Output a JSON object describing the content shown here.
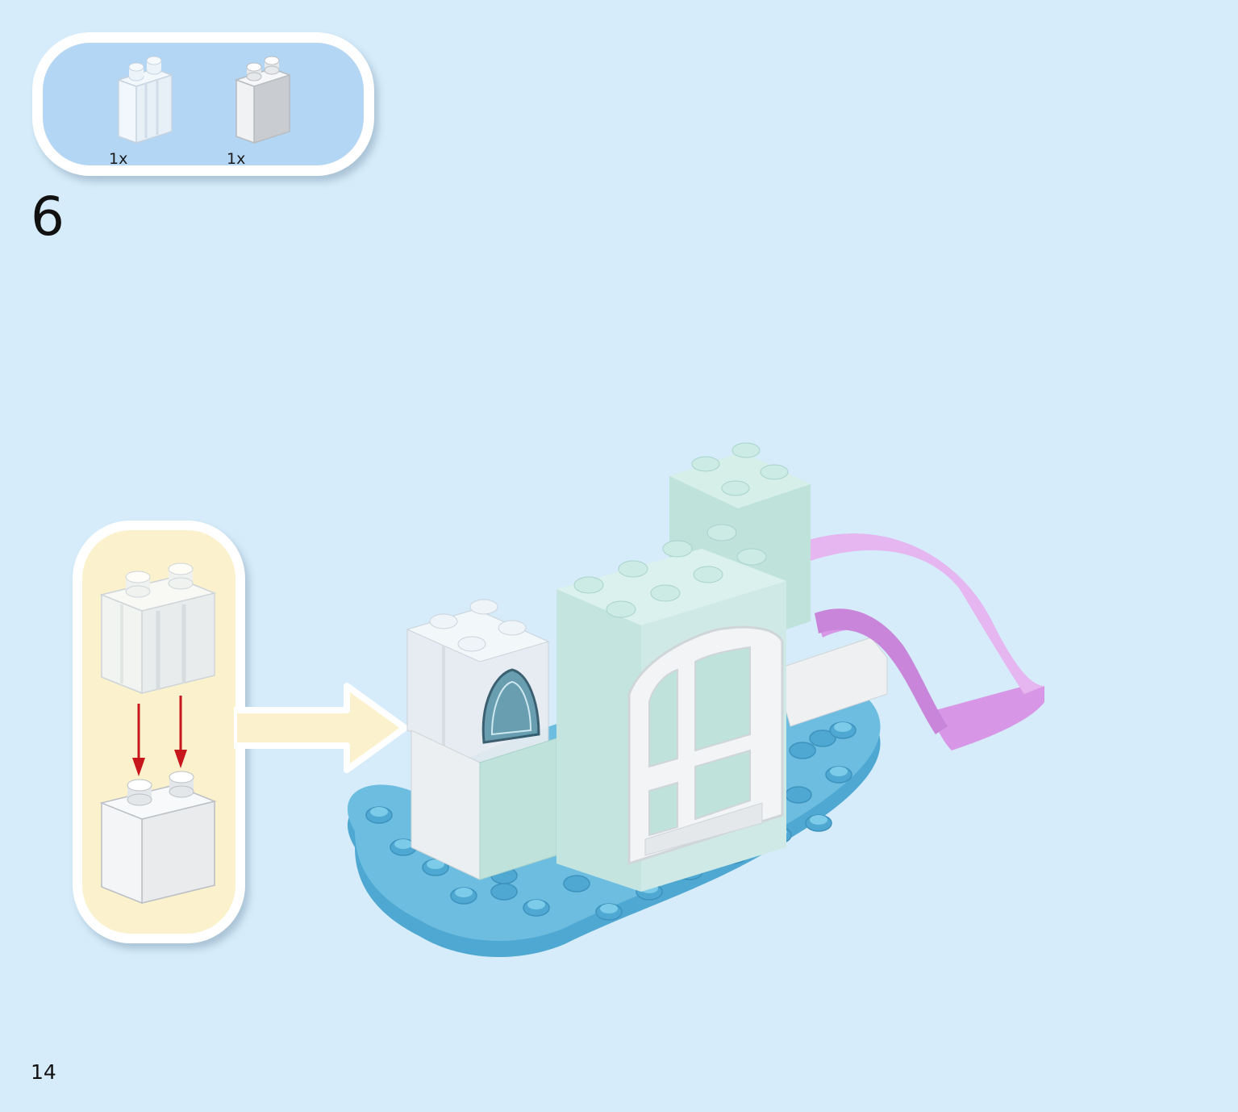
{
  "parts_list": {
    "items": [
      {
        "name": "transparent-brick-2x1x2",
        "quantity_label": "1x"
      },
      {
        "name": "white-brick-2x1x2",
        "quantity_label": "1x"
      }
    ]
  },
  "step": {
    "number": "6"
  },
  "page": {
    "number": "14"
  },
  "colors": {
    "background": "#d6ecfa",
    "parts_panel": "#b3d6f4",
    "sub_panel": "#fbf2cd",
    "base_plate": "#6cbde0",
    "mint_brick": "#cfeae6",
    "slide": "#e0a9ec",
    "arrow_red": "#c8161d"
  }
}
